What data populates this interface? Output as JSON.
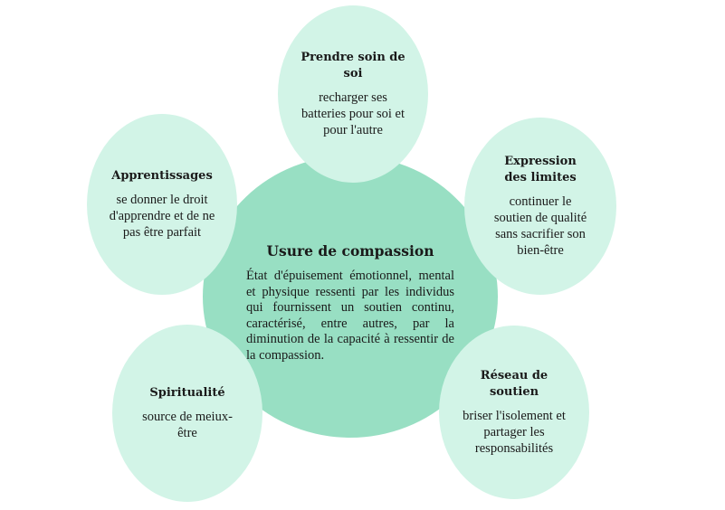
{
  "center": {
    "title": "Usure de compassion",
    "text": "État d'épuisement émotionnel, mental et physique ressenti par les individus qui fournissent un soutien continu, caractérisé, entre autres, par la diminution de la capacité à ressentir de la compassion."
  },
  "petals": {
    "top": {
      "title": "Prendre soin de soi",
      "text": "recharger ses batteries pour soi et pour l'autre"
    },
    "left": {
      "title": "Apprentissages",
      "text": "se donner le droit d'apprendre et de ne pas être parfait"
    },
    "right": {
      "title": "Expression des limites",
      "text": "continuer le soutien de qualité sans sacrifier son bien-être"
    },
    "bottom_left": {
      "title": "Spiritualité",
      "text": "source de meiux-être"
    },
    "bottom_right": {
      "title": "Réseau de soutien",
      "text": "briser l'isolement et partager les responsabilités"
    }
  },
  "colors": {
    "center_fill": "#98dfc3",
    "petal_fill": "#d2f4e7",
    "text": "#1a1a1a"
  }
}
